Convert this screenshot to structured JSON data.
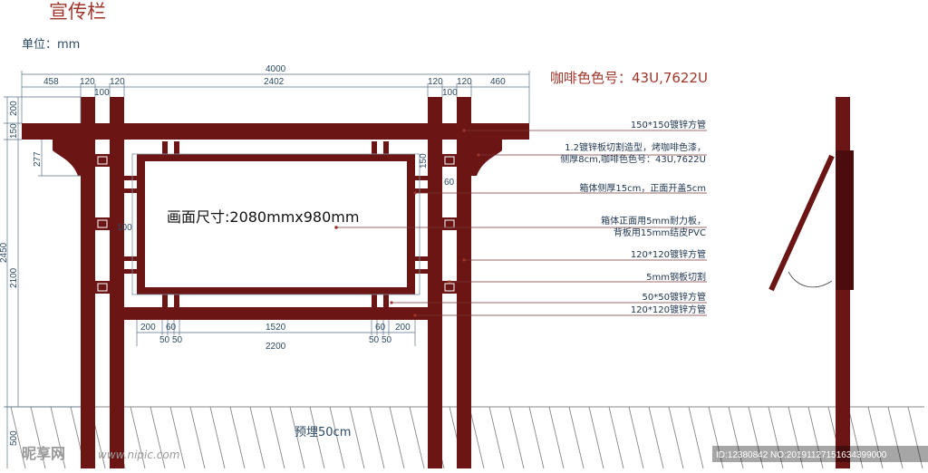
{
  "title": "宣传栏",
  "unit_label": "单位：mm",
  "color_code": "咖啡色色号：43U,7622U",
  "panel_size": "画面尺寸:2080mmx980mm",
  "bury_depth": "预埋50cm",
  "colors": {
    "frame": "#6b1515",
    "dim_line": "#5a7389",
    "title": "#a0362b"
  },
  "dimensions": {
    "top_total": "4000",
    "top_left_offset": "458",
    "top_left_post1": "120",
    "top_left_gap": "100",
    "top_left_post2": "120",
    "top_middle": "2402",
    "top_right_post1": "120",
    "top_right_gap": "100",
    "top_right_post2": "120",
    "top_right_offset": "460",
    "left_top_200": "200",
    "left_top_150": "150",
    "left_277": "277",
    "left_2450": "2450",
    "left_2100": "2100",
    "left_500": "500",
    "box_150": "150",
    "box_60": "60",
    "box_100": "100",
    "bot_200_left": "200",
    "bot_50_left_a": "50",
    "bot_60_left": "60",
    "bot_50_left_b": "50",
    "bot_1520": "1520",
    "bot_60_right": "60",
    "bot_200_right": "200",
    "bot_50_right_a": "50",
    "bot_50_right_b": "50",
    "bot_2200": "2200"
  },
  "annotations": [
    "150*150镀锌方管",
    "1.2镀锌板切割造型，烤咖啡色漆，",
    "侧厚8cm,咖啡色色号：43U,7622U",
    "箱体侧厚15cm，正面开盖5cm",
    "箱体正面用5mm耐力板，",
    "背板用15mm结皮PVC",
    "120*120镀锌方管",
    "5mm钢板切割",
    "50*50镀锌方管",
    "120*120镀锌方管"
  ],
  "watermark": {
    "logo": "昵享网",
    "site": "www.nipic.com",
    "id": "ID:12380842 NO:20191127151634399000"
  }
}
